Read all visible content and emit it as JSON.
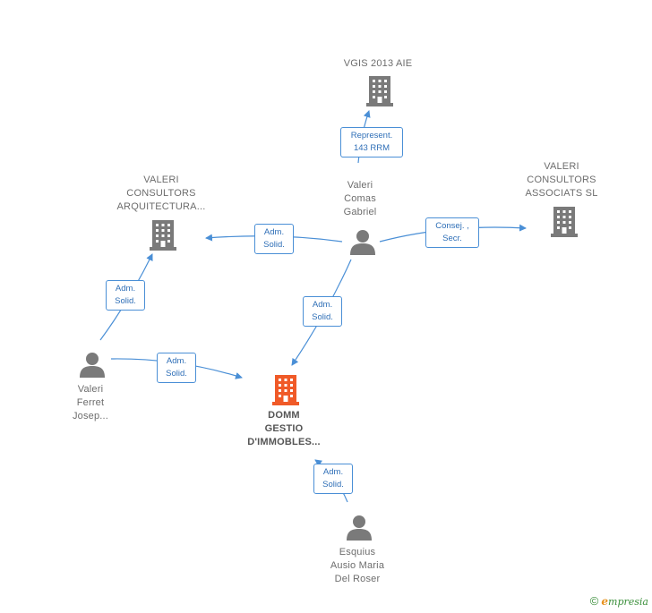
{
  "colors": {
    "edge": "#4a8fd6",
    "icon_gray": "#7a7a7a",
    "icon_highlight": "#f05a28",
    "label_text": "#6d6d6d"
  },
  "nodes": {
    "vgis": {
      "type": "company",
      "label": "VGIS 2013 AIE"
    },
    "valeri_arq": {
      "type": "company",
      "label": "VALERI\nCONSULTORS\nARQUITECTURA..."
    },
    "valeri_assoc": {
      "type": "company",
      "label": "VALERI\nCONSULTORS\nASSOCIATS SL"
    },
    "gabriel": {
      "type": "person",
      "label": "Valeri\nComas\nGabriel"
    },
    "josep": {
      "type": "person",
      "label": "Valeri\nFerret\nJosep..."
    },
    "domm": {
      "type": "company",
      "label": "DOMM\nGESTIO\nD'IMMOBLES..."
    },
    "esquius": {
      "type": "person",
      "label": "Esquius\nAusio Maria\nDel Roser"
    }
  },
  "edges": {
    "gabriel_vgis": "Represent.\n143 RRM",
    "gabriel_arq": "Adm.\nSolid.",
    "gabriel_assoc": "Consej. ,\nSecr.",
    "gabriel_domm": "Adm.\nSolid.",
    "josep_arq": "Adm.\nSolid.",
    "josep_domm": "Adm.\nSolid.",
    "esquius_domm": "Adm.\nSolid."
  },
  "footer": {
    "copyright": "©",
    "brand_e": "e",
    "brand_rest": "mpresia"
  }
}
